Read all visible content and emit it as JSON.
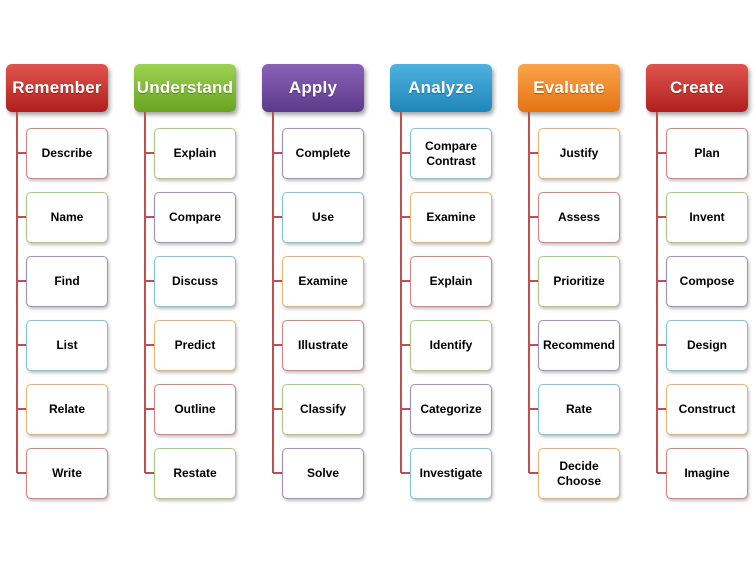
{
  "columns": [
    {
      "title": "Remember",
      "items": [
        "Describe",
        "Name",
        "Find",
        "List",
        "Relate",
        "Write"
      ]
    },
    {
      "title": "Understand",
      "items": [
        "Explain",
        "Compare",
        "Discuss",
        "Predict",
        "Outline",
        "Restate"
      ]
    },
    {
      "title": "Apply",
      "items": [
        "Complete",
        "Use",
        "Examine",
        "Illustrate",
        "Classify",
        "Solve"
      ]
    },
    {
      "title": "Analyze",
      "items": [
        "Compare\nContrast",
        "Examine",
        "Explain",
        "Identify",
        "Categorize",
        "Investigate"
      ]
    },
    {
      "title": "Evaluate",
      "items": [
        "Justify",
        "Assess",
        "Prioritize",
        "Recommend",
        "Rate",
        "Decide\nChoose"
      ]
    },
    {
      "title": "Create",
      "items": [
        "Plan",
        "Invent",
        "Compose",
        "Design",
        "Construct",
        "Imagine"
      ]
    }
  ],
  "colors": {
    "red": "#c0504d",
    "green": "#8cc63f",
    "purple": "#7a4fa6",
    "blue": "#31a5d6",
    "orange": "#f7901e",
    "connector": "#c0504d"
  }
}
